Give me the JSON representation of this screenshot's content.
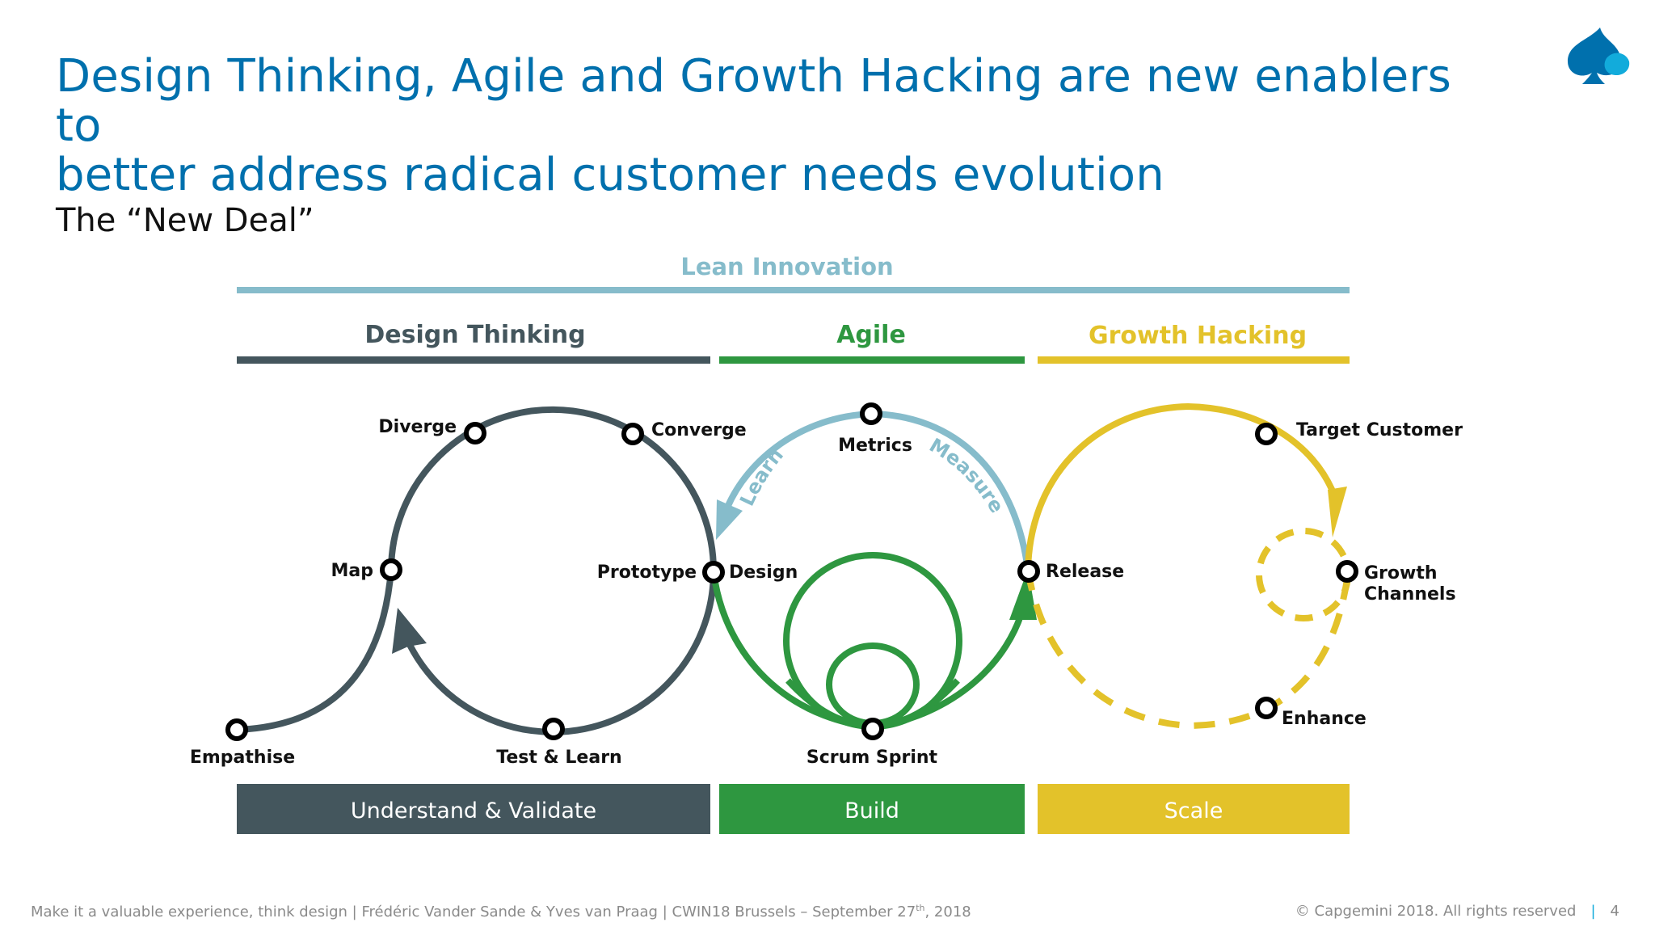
{
  "slide": {
    "title_line1": "Design Thinking, Agile and Growth Hacking are new enablers to",
    "title_line2": "better address radical customer needs evolution",
    "subtitle": "The “New Deal”"
  },
  "diagram": {
    "lean_innovation": "Lean Innovation",
    "sections": {
      "design_thinking": "Design Thinking",
      "agile": "Agile",
      "growth_hacking": "Growth Hacking"
    },
    "phases": {
      "understand_validate": "Understand & Validate",
      "build": "Build",
      "scale": "Scale"
    },
    "nodes": {
      "empathise": "Empathise",
      "map": "Map",
      "diverge": "Diverge",
      "converge": "Converge",
      "prototype": "Prototype",
      "test_learn": "Test & Learn",
      "design": "Design",
      "metrics": "Metrics",
      "release": "Release",
      "scrum_sprint": "Scrum Sprint",
      "target_customer": "Target Customer",
      "growth_channels_1": "Growth",
      "growth_channels_2": "Channels",
      "enhance": "Enhance"
    },
    "arc_labels": {
      "learn": "Learn",
      "measure": "Measure"
    },
    "colors": {
      "dark": "#44565D",
      "green": "#2E9740",
      "yellow": "#E3C22A",
      "lean": "#86BCCB",
      "title_blue": "#0070AD"
    }
  },
  "footer": {
    "left_before_sup": "Make it a valuable experience, think design | Frédéric Vander Sande & Yves van Praag | CWIN18 Brussels – September 27",
    "left_sup": "th",
    "left_after_sup": ", 2018",
    "copyright": "© Capgemini 2018. All rights reserved",
    "separator": "|",
    "page_number": "4"
  },
  "logo": {
    "icon": "spade-logo-icon"
  }
}
